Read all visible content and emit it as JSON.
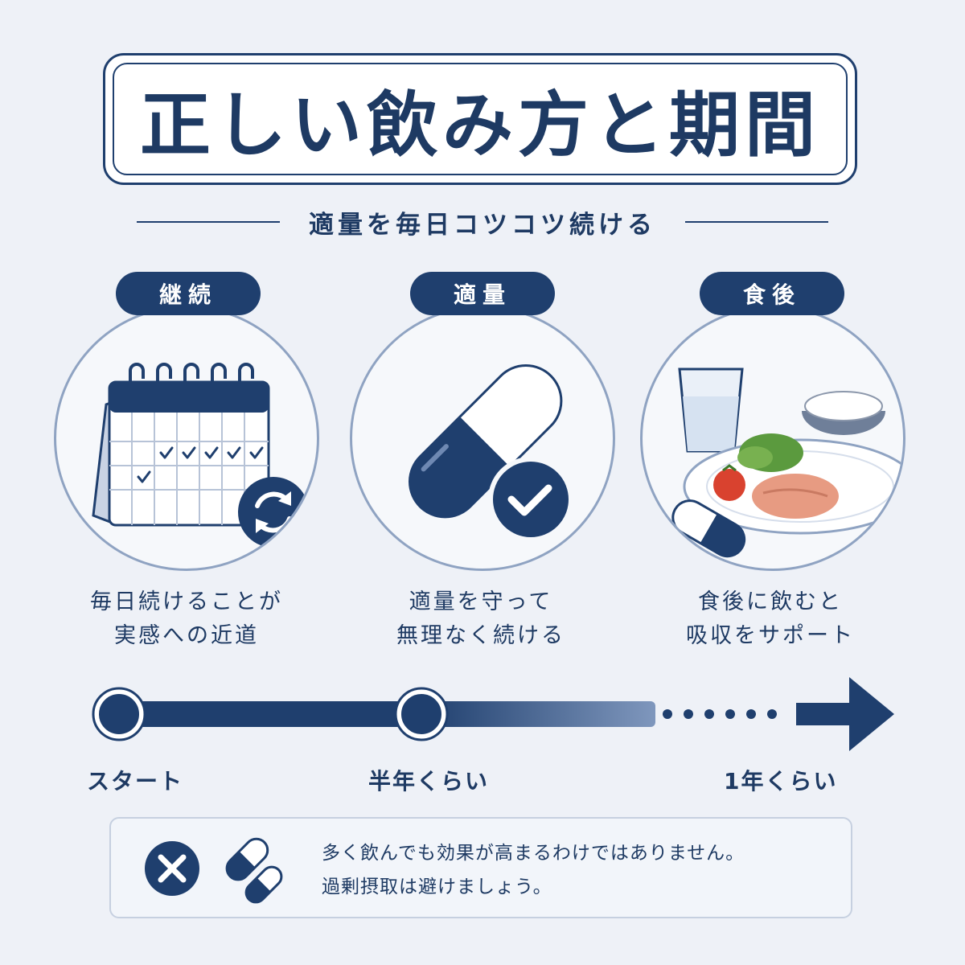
{
  "title": "正しい飲み方と期間",
  "subtitle": "適量を毎日コツコツ続ける",
  "cards": [
    {
      "badge": "継続",
      "icon": "calendar-icon",
      "lines": [
        "毎日続けることが",
        "実感への近道"
      ]
    },
    {
      "badge": "適量",
      "icon": "capsule-icon",
      "lines": [
        "適量を守って",
        "無理なく続ける"
      ]
    },
    {
      "badge": "食後",
      "icon": "meal-icon",
      "lines": [
        "食後に飲むと",
        "吸収をサポート"
      ]
    }
  ],
  "timeline": {
    "labels": [
      "スタート",
      "半年くらい",
      "1年くらい"
    ]
  },
  "note": {
    "lines": [
      "多く飲んでも効果が高まるわけではありません。",
      "過剰摂取は避けましょう。"
    ]
  },
  "colors": {
    "navy": "#1f3f6e",
    "background": "#eef1f7",
    "accent_light": "#8fa3c2"
  }
}
